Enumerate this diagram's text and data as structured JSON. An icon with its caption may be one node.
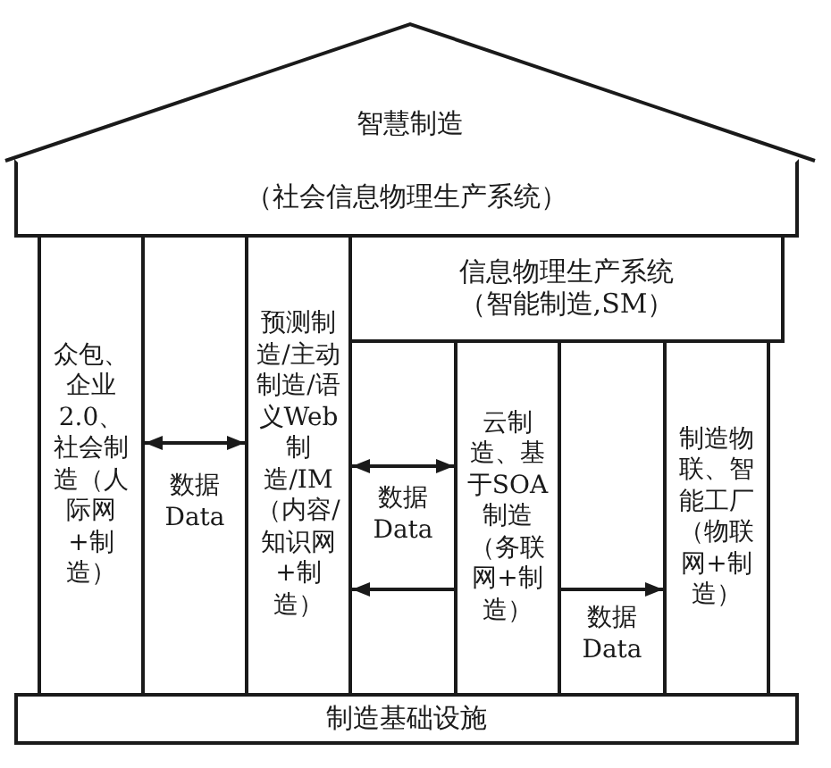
{
  "diagram": {
    "nodes": [
      {
        "text": [
          "智慧制造"
        ]
      },
      {
        "text": [
          "（社会信息物理生产系统）"
        ]
      },
      {
        "text": [
          "信息物理生产系统",
          "（智能制造,SM）"
        ]
      },
      {
        "text": [
          "众包、企业2.0、社会制造（人际网+制造）"
        ]
      },
      {
        "text": [
          "预测制造/主动制造/语义Web制造/IM（内容/知识网+制造）"
        ]
      },
      {
        "text": [
          "云制造、基于SOA制造（务联网+制造）"
        ]
      },
      {
        "text": [
          "制造物联、智能工厂（物联网+制造）"
        ]
      },
      {
        "text": [
          "制造基础设施"
        ]
      }
    ],
    "edges": [
      {
        "from": 3,
        "to": 4,
        "arrow": "both",
        "label": "数据 Data"
      },
      {
        "from": 4,
        "to": 5,
        "arrow": "both",
        "label": "数据 Data"
      },
      {
        "from": 5,
        "to": 4,
        "arrow": "to"
      },
      {
        "from": 5,
        "to": 6,
        "arrow": "to",
        "label": "数据 Data"
      }
    ]
  }
}
